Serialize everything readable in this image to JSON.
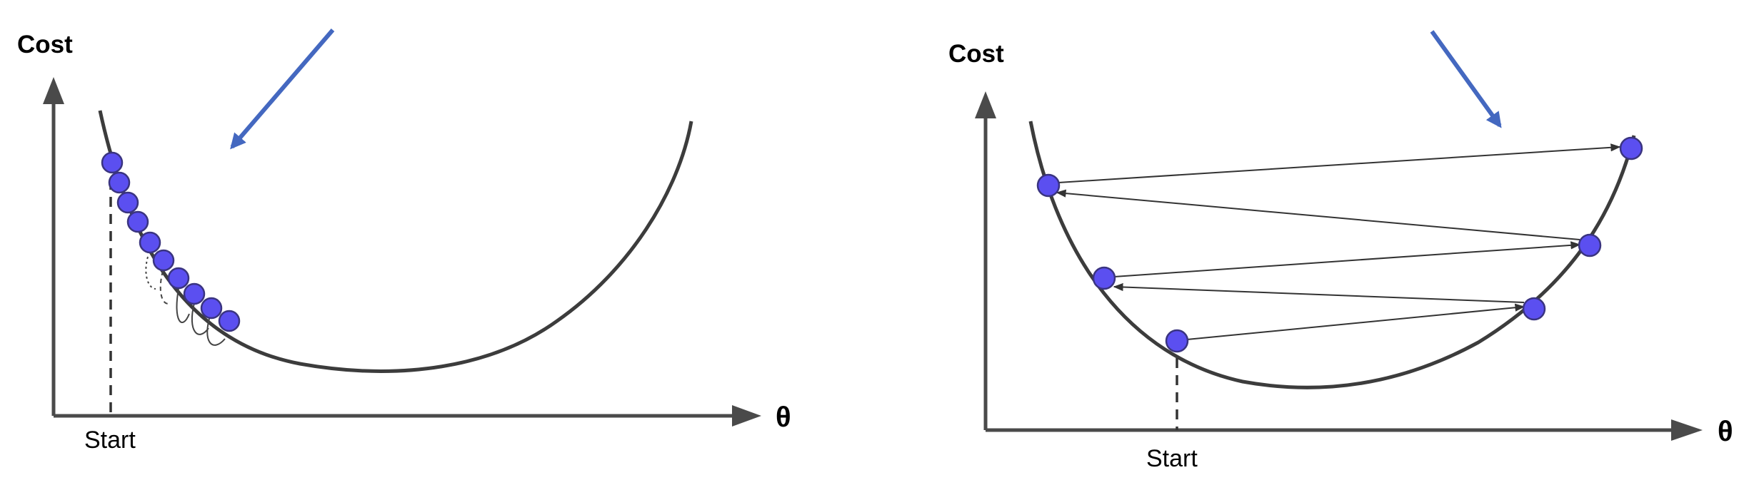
{
  "panels": [
    {
      "id": "left",
      "y_axis_label": "Cost",
      "x_axis_label": "θ",
      "start_label": "Start",
      "description": "small-learning-rate"
    },
    {
      "id": "right",
      "y_axis_label": "Cost",
      "x_axis_label": "θ",
      "start_label": "Start",
      "description": "large-learning-rate"
    }
  ],
  "colors": {
    "axis": "#4a4a4a",
    "curve": "#3c3c3c",
    "point_fill": "#5b4ff0",
    "point_stroke": "#3a3480",
    "pointer_arrow": "#4468c0",
    "step_arrow": "#333333"
  },
  "icons": [
    "pointer-arrow-icon",
    "axis-arrow-icon"
  ]
}
